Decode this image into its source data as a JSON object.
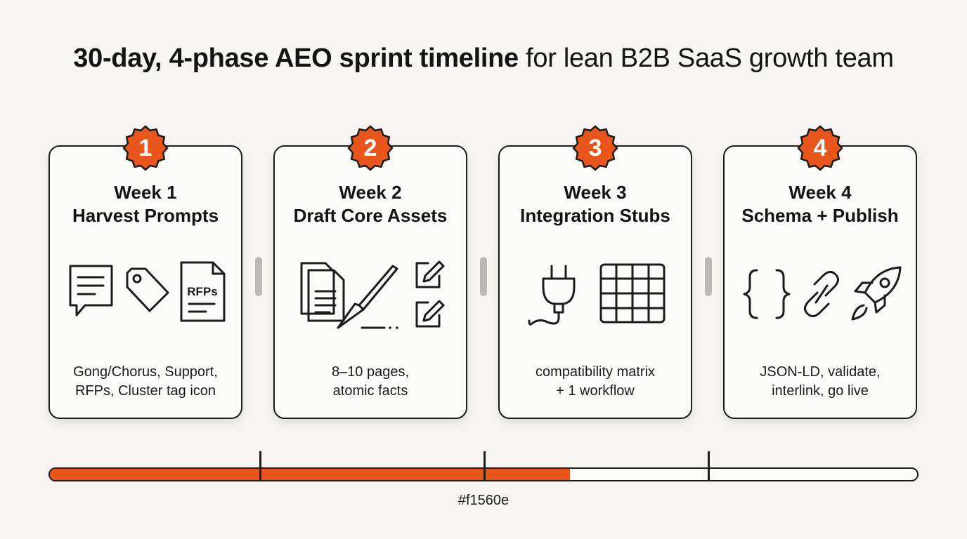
{
  "title": {
    "bold": "30-day, 4-phase AEO sprint timeline",
    "rest": " for lean B2B SaaS growth team"
  },
  "accent_color": "#e9561b",
  "phases": [
    {
      "number": "1",
      "week": "Week 1",
      "name": "Harvest Prompts",
      "icons": [
        "chat-bubble-icon",
        "tag-icon",
        "document-icon"
      ],
      "icon_text": "RFPs",
      "desc_line1": "Gong/Chorus, Support,",
      "desc_line2": "RFPs, Cluster tag icon"
    },
    {
      "number": "2",
      "week": "Week 2",
      "name": "Draft Core Assets",
      "icons": [
        "documents-icon",
        "scalpel-icon",
        "edit-icon",
        "edit-icon"
      ],
      "desc_line1": "8–10 pages,",
      "desc_line2": "atomic facts"
    },
    {
      "number": "3",
      "week": "Week 3",
      "name": "Integration Stubs",
      "icons": [
        "plug-icon",
        "grid-table-icon"
      ],
      "desc_line1": "compatibility matrix",
      "desc_line2": "+ 1 workflow"
    },
    {
      "number": "4",
      "week": "Week 4",
      "name": "Schema + Publish",
      "icons": [
        "curly-braces-icon",
        "link-icon",
        "rocket-icon"
      ],
      "desc_line1": "JSON-LD, validate,",
      "desc_line2": "interlink, go live"
    }
  ],
  "progress": {
    "fraction": 0.6,
    "caption": "#f1560e"
  }
}
